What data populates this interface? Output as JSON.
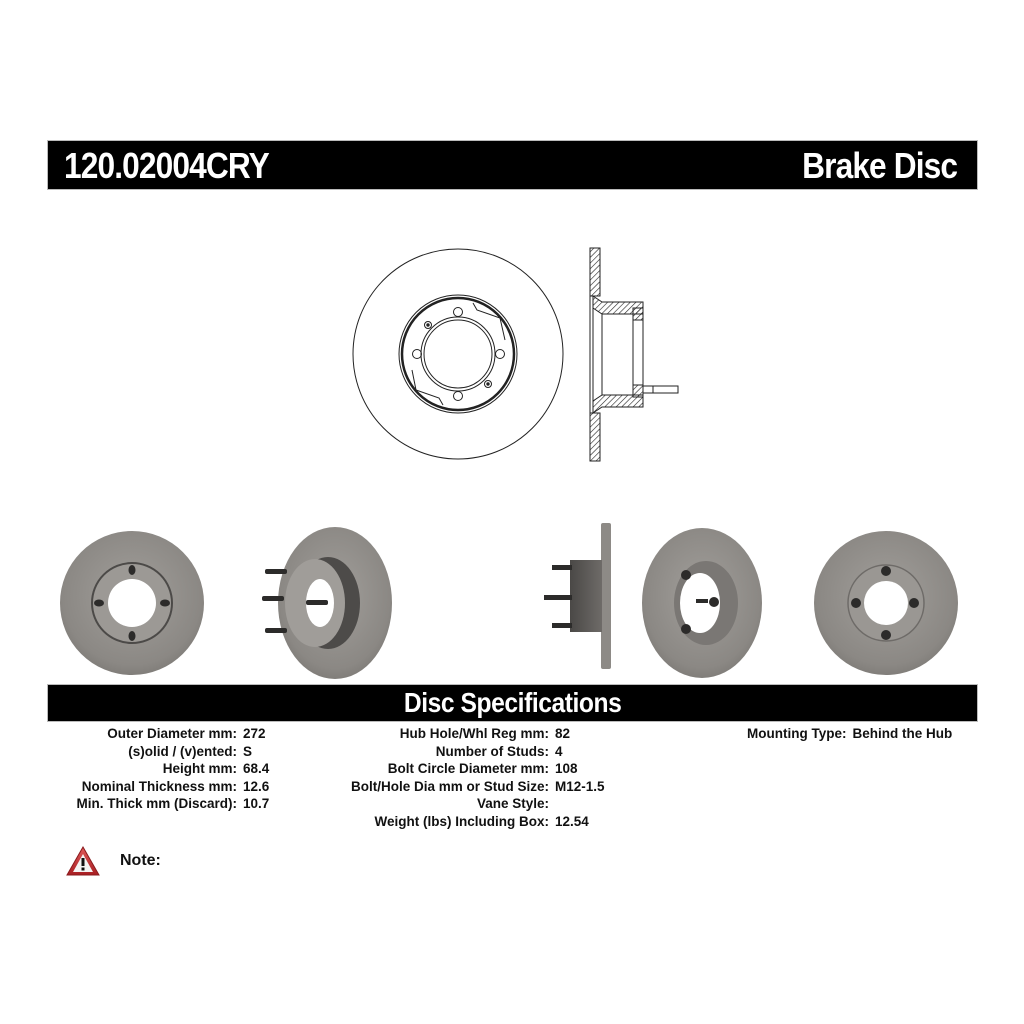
{
  "header": {
    "part_number": "120.02004CRY",
    "product_type": "Brake Disc"
  },
  "images": {
    "technical_drawing": [
      "front-view-line-drawing",
      "cross-section-line-drawing"
    ],
    "photos": [
      "front-view",
      "angled-hat-side-view",
      "side-profile-view",
      "angled-back-view",
      "back-view"
    ]
  },
  "specs": {
    "title": "Disc Specifications",
    "column1": [
      {
        "label": "Outer Diameter mm:",
        "value": "272"
      },
      {
        "label": "(s)olid / (v)ented:",
        "value": "S"
      },
      {
        "label": "Height mm:",
        "value": "68.4"
      },
      {
        "label": "Nominal Thickness mm:",
        "value": "12.6"
      },
      {
        "label": "Min. Thick mm (Discard):",
        "value": "10.7"
      }
    ],
    "column2": [
      {
        "label": "Hub Hole/Whl Reg mm:",
        "value": "82"
      },
      {
        "label": "Number of Studs:",
        "value": "4"
      },
      {
        "label": "Bolt Circle Diameter mm:",
        "value": "108"
      },
      {
        "label": "Bolt/Hole Dia mm or Stud Size:",
        "value": "M12-1.5"
      },
      {
        "label": "Vane Style:",
        "value": ""
      },
      {
        "label": "Weight (lbs) Including Box:",
        "value": "12.54"
      }
    ],
    "column3": [
      {
        "label": "Mounting Type:",
        "value": "Behind the Hub"
      }
    ]
  },
  "note": {
    "icon": "warning-triangle-icon",
    "label": "Note:",
    "text": ""
  },
  "colors": {
    "bar_background": "#000000",
    "bar_text": "#ffffff",
    "disc_gray": "#8a8784",
    "warning_red": "#c0282b"
  }
}
